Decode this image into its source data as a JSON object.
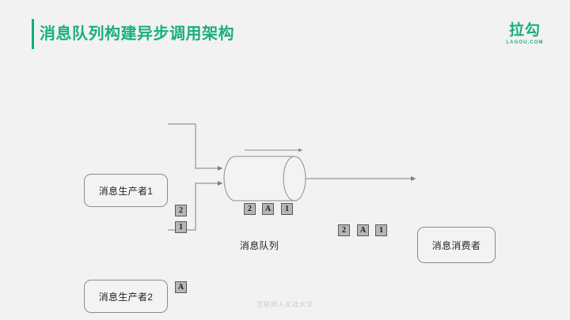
{
  "header": {
    "title": "消息队列构建异步调用架构",
    "accent_color": "#1aaf80",
    "logo": {
      "mark": "拉勾",
      "sub": "LAGOU.COM"
    }
  },
  "diagram": {
    "nodes": {
      "producer_1": "消息生产者1",
      "producer_2": "消息生产者2",
      "queue": "消息队列",
      "consumer": "消息消费者"
    },
    "tokens": {
      "producer_1_out": [
        "2",
        "1"
      ],
      "producer_2_out": [
        "A"
      ],
      "in_queue": [
        "2",
        "A",
        "1"
      ],
      "queue_to_consumer": [
        "2",
        "A",
        "1"
      ]
    },
    "colors": {
      "node_stroke": "#8c8c8c",
      "node_fill": "#f3f3f3",
      "line": "#808080",
      "token_fill": "#b6b6b6",
      "token_stroke": "#5a5a5a",
      "background": "#f2f2f2"
    }
  },
  "footer": {
    "note": "互联网人实战大学"
  }
}
